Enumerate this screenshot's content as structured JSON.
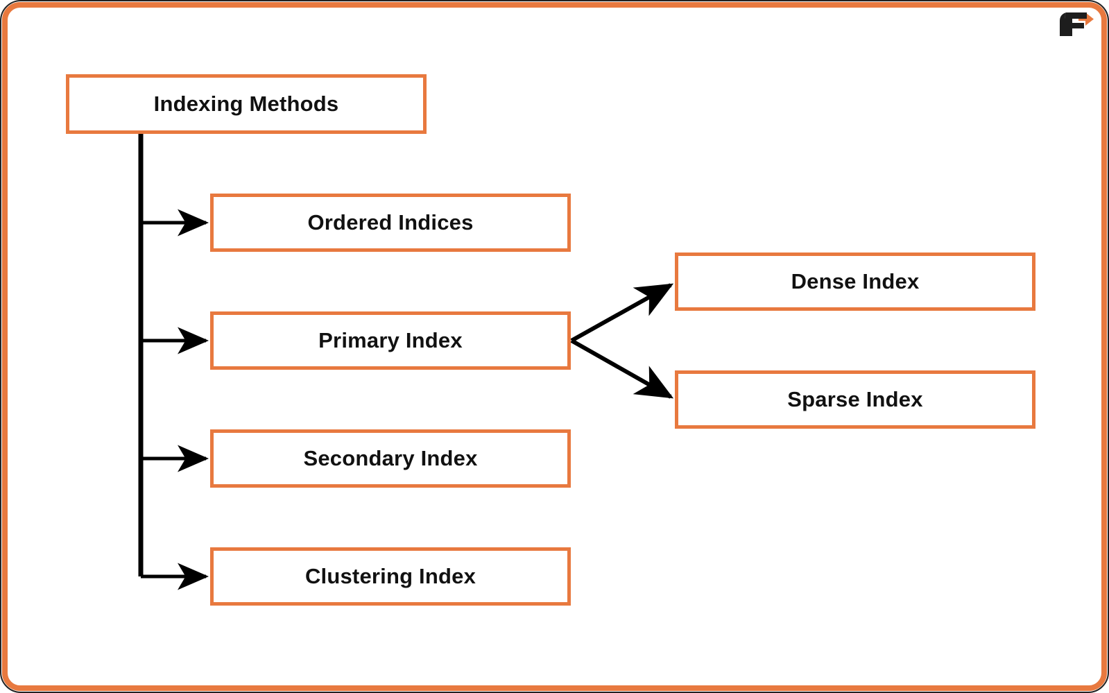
{
  "page": {
    "background_color": "#ffffff",
    "frame_color": "#e8793f",
    "node_border_color": "#e8793f",
    "node_fill_color": "#ffffff",
    "connector_color": "#000000",
    "text_color": "#111111"
  },
  "logo": {
    "name": "f-chevron-logo",
    "letter": "F",
    "mark_color": "#e8793f",
    "letter_color": "#1d1d1d"
  },
  "diagram": {
    "title": "Indexing Methods",
    "type": "hierarchy-tree",
    "nodes": [
      {
        "id": "root",
        "label": "Indexing Methods"
      },
      {
        "id": "ordered",
        "label": "Ordered Indices"
      },
      {
        "id": "primary",
        "label": "Primary Index"
      },
      {
        "id": "secondary",
        "label": "Secondary Index"
      },
      {
        "id": "clustering",
        "label": "Clustering Index"
      },
      {
        "id": "dense",
        "label": "Dense Index"
      },
      {
        "id": "sparse",
        "label": "Sparse Index"
      }
    ],
    "edges": [
      {
        "from": "root",
        "to": "ordered",
        "style": "orthogonal-arrow"
      },
      {
        "from": "root",
        "to": "primary",
        "style": "orthogonal-arrow"
      },
      {
        "from": "root",
        "to": "secondary",
        "style": "orthogonal-arrow"
      },
      {
        "from": "root",
        "to": "clustering",
        "style": "orthogonal-arrow"
      },
      {
        "from": "primary",
        "to": "dense",
        "style": "diagonal-arrow"
      },
      {
        "from": "primary",
        "to": "sparse",
        "style": "diagonal-arrow"
      }
    ]
  }
}
